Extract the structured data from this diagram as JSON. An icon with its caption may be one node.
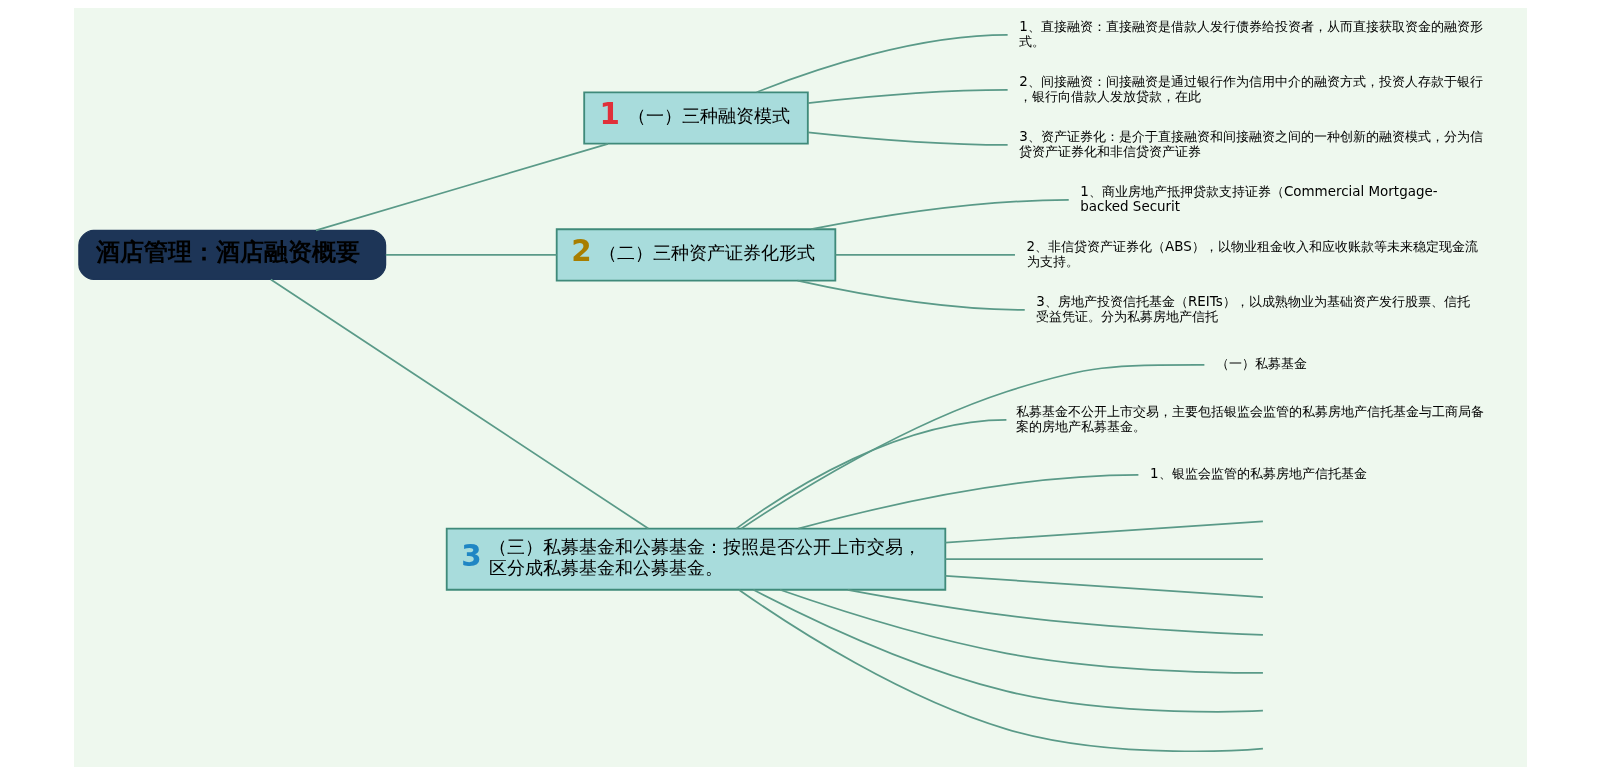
{
  "diagram": {
    "nodes": [
      {
        "text": [
          "酒店管理：酒店融资概要"
        ]
      },
      {
        "text": [
          "1",
          "（一）三种融资模式"
        ]
      },
      {
        "text": [
          "1、直接融资：直接融资是借款人发行债券给投资者，从而直接获取资金的融资形式。"
        ]
      },
      {
        "text": [
          "2、间接融资：间接融资是通过银行作为信用中介的融资方式，投资人存款于银行，银行向借款人发放贷款，在此"
        ]
      },
      {
        "text": [
          "3、资产证券化：是介于直接融资和间接融资之间的一种创新的融资模式，分为信贷资产证券化和非信贷资产证券"
        ]
      },
      {
        "text": [
          "2",
          "（二）三种资产证券化形式"
        ]
      },
      {
        "text": [
          "1、商业房地产抵押贷款支持证券（Commercial Mortgage-backed Securit"
        ]
      },
      {
        "text": [
          "2、非信贷资产证券化（ABS），以物业租金收入和应收账款等未来稳定现金流为支持。"
        ]
      },
      {
        "text": [
          "3、房地产投资信托基金（REITs），以成熟物业为基础资产发行股票、信托受益凭证。分为私募房地产信托"
        ]
      },
      {
        "text": [
          "3",
          "（三）私募基金和公募基金：按照是否公开上市交易，区分成私募基金和公募基金。"
        ]
      },
      {
        "text": [
          "（一）私募基金"
        ]
      },
      {
        "text": [
          "私募基金不公开上市交易，主要包括银监会监管的私募房地产信托基金与工商局备案的房地产私募基金。"
        ]
      },
      {
        "text": [
          "1、银监会监管的私募房地产信托基金"
        ]
      }
    ],
    "edges": [
      {
        "from": 0,
        "to": 1,
        "arrow": "none"
      },
      {
        "from": 0,
        "to": 5,
        "arrow": "none"
      },
      {
        "from": 0,
        "to": 9,
        "arrow": "none"
      },
      {
        "from": 1,
        "to": 2,
        "arrow": "none"
      },
      {
        "from": 1,
        "to": 3,
        "arrow": "none"
      },
      {
        "from": 1,
        "to": 4,
        "arrow": "none"
      },
      {
        "from": 5,
        "to": 6,
        "arrow": "none"
      },
      {
        "from": 5,
        "to": 7,
        "arrow": "none"
      },
      {
        "from": 5,
        "to": 8,
        "arrow": "none"
      },
      {
        "from": 9,
        "to": 10,
        "arrow": "none"
      },
      {
        "from": 9,
        "to": 11,
        "arrow": "none"
      },
      {
        "from": 9,
        "to": 12,
        "arrow": "none"
      },
      {
        "from": 9,
        "to": null,
        "arrow": "none"
      },
      {
        "from": 9,
        "to": null,
        "arrow": "none"
      },
      {
        "from": 9,
        "to": null,
        "arrow": "none"
      },
      {
        "from": 9,
        "to": null,
        "arrow": "none"
      },
      {
        "from": 9,
        "to": null,
        "arrow": "none"
      },
      {
        "from": 9,
        "to": null,
        "arrow": "none"
      },
      {
        "from": 9,
        "to": null,
        "arrow": "none"
      }
    ]
  }
}
